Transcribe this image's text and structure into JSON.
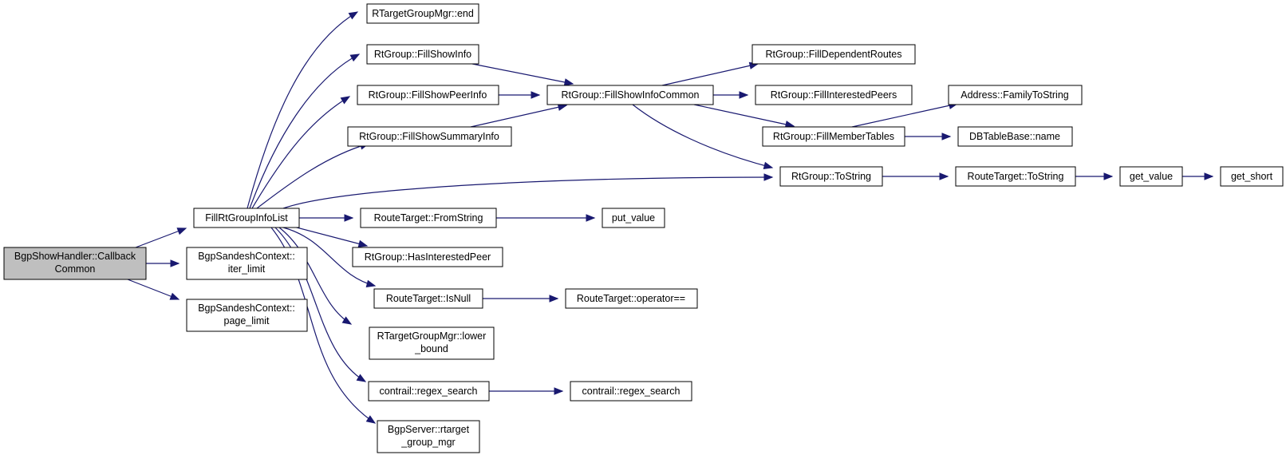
{
  "colors": {
    "edge": "#191970",
    "node_border": "#000000",
    "node_fill": "#ffffff",
    "root_fill": "#bfbfbf"
  },
  "nodes": [
    {
      "id": "n0",
      "lines": [
        "BgpShowHandler::Callback",
        "Common"
      ],
      "root": true
    },
    {
      "id": "n1",
      "lines": [
        "FillRtGroupInfoList"
      ]
    },
    {
      "id": "n2",
      "lines": [
        "BgpSandeshContext::",
        "iter_limit"
      ]
    },
    {
      "id": "n3",
      "lines": [
        "BgpSandeshContext::",
        "page_limit"
      ]
    },
    {
      "id": "n4",
      "lines": [
        "RTargetGroupMgr::end"
      ]
    },
    {
      "id": "n5",
      "lines": [
        "RtGroup::FillShowInfo"
      ]
    },
    {
      "id": "n6",
      "lines": [
        "RtGroup::FillShowPeerInfo"
      ]
    },
    {
      "id": "n7",
      "lines": [
        "RtGroup::FillShowSummaryInfo"
      ]
    },
    {
      "id": "n8",
      "lines": [
        "RtGroup::FillShowInfoCommon"
      ]
    },
    {
      "id": "n9",
      "lines": [
        "RtGroup::FillDependentRoutes"
      ]
    },
    {
      "id": "n10",
      "lines": [
        "RtGroup::FillInterestedPeers"
      ]
    },
    {
      "id": "n11",
      "lines": [
        "RtGroup::FillMemberTables"
      ]
    },
    {
      "id": "n12",
      "lines": [
        "Address::FamilyToString"
      ]
    },
    {
      "id": "n13",
      "lines": [
        "DBTableBase::name"
      ]
    },
    {
      "id": "n14",
      "lines": [
        "RtGroup::ToString"
      ]
    },
    {
      "id": "n15",
      "lines": [
        "RouteTarget::ToString"
      ]
    },
    {
      "id": "n16",
      "lines": [
        "get_value"
      ]
    },
    {
      "id": "n17",
      "lines": [
        "get_short"
      ]
    },
    {
      "id": "n18",
      "lines": [
        "RouteTarget::FromString"
      ]
    },
    {
      "id": "n19",
      "lines": [
        "put_value"
      ]
    },
    {
      "id": "n20",
      "lines": [
        "RtGroup::HasInterestedPeer"
      ]
    },
    {
      "id": "n21",
      "lines": [
        "RouteTarget::IsNull"
      ]
    },
    {
      "id": "n22",
      "lines": [
        "RouteTarget::operator=="
      ]
    },
    {
      "id": "n23",
      "lines": [
        "RTargetGroupMgr::lower",
        "_bound"
      ]
    },
    {
      "id": "n24",
      "lines": [
        "contrail::regex_search"
      ]
    },
    {
      "id": "n25",
      "lines": [
        "contrail::regex_search"
      ]
    },
    {
      "id": "n26",
      "lines": [
        "BgpServer::rtarget",
        "_group_mgr"
      ]
    }
  ],
  "edges": [
    [
      "n0",
      "n1"
    ],
    [
      "n0",
      "n2"
    ],
    [
      "n0",
      "n3"
    ],
    [
      "n1",
      "n4"
    ],
    [
      "n1",
      "n5"
    ],
    [
      "n1",
      "n6"
    ],
    [
      "n1",
      "n7"
    ],
    [
      "n1",
      "n14"
    ],
    [
      "n1",
      "n18"
    ],
    [
      "n1",
      "n20"
    ],
    [
      "n1",
      "n21"
    ],
    [
      "n1",
      "n23"
    ],
    [
      "n1",
      "n24"
    ],
    [
      "n1",
      "n26"
    ],
    [
      "n5",
      "n8"
    ],
    [
      "n6",
      "n8"
    ],
    [
      "n7",
      "n8"
    ],
    [
      "n8",
      "n9"
    ],
    [
      "n8",
      "n10"
    ],
    [
      "n8",
      "n11"
    ],
    [
      "n8",
      "n14"
    ],
    [
      "n11",
      "n12"
    ],
    [
      "n11",
      "n13"
    ],
    [
      "n14",
      "n15"
    ],
    [
      "n15",
      "n16"
    ],
    [
      "n16",
      "n17"
    ],
    [
      "n18",
      "n19"
    ],
    [
      "n21",
      "n22"
    ],
    [
      "n24",
      "n25"
    ]
  ]
}
